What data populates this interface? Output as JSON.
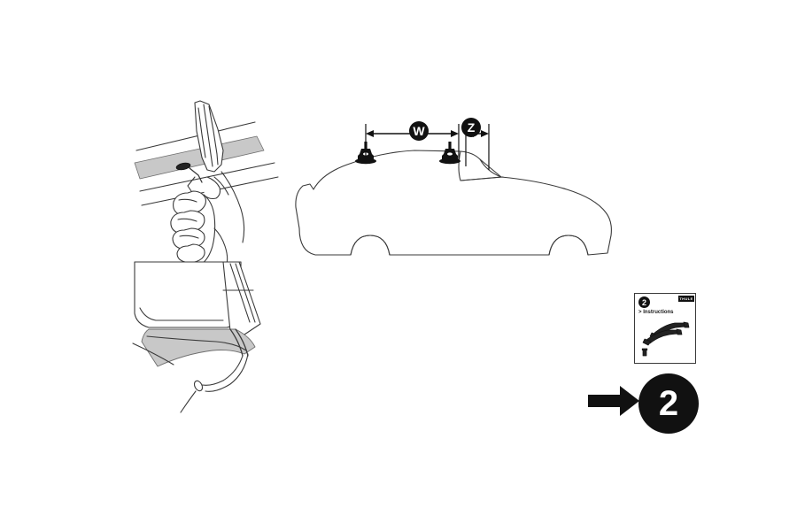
{
  "document": {
    "type": "installation-instruction-sheet",
    "step_number": "2",
    "background_color": "#ffffff",
    "line_color": "#3a3a3a",
    "seal_gray": "#c8c8c8",
    "accent_black": "#111111"
  },
  "measurements": {
    "w": {
      "letter": "W",
      "description": "distance between front and rear load carrier feet"
    },
    "z": {
      "letter": "Z",
      "description": "distance from rear foot to rear roof edge"
    }
  },
  "illustrations": {
    "hand_rail": {
      "name": "hand-releasing-door-frame-clip",
      "caption": ""
    },
    "door_seal": {
      "name": "door-frame-rubber-seal-detail",
      "caption": ""
    },
    "car_profile": {
      "name": "car-side-profile-with-roof-feet",
      "caption": ""
    }
  },
  "instruction_card": {
    "step_number": "2",
    "brand": "THULE",
    "title": "Instructions",
    "chevron": ">",
    "contents": [
      "roof-bar-upper",
      "roof-bar-lower",
      "small-part"
    ]
  },
  "step_badge": {
    "arrow": "arrow-right",
    "number": "2"
  }
}
